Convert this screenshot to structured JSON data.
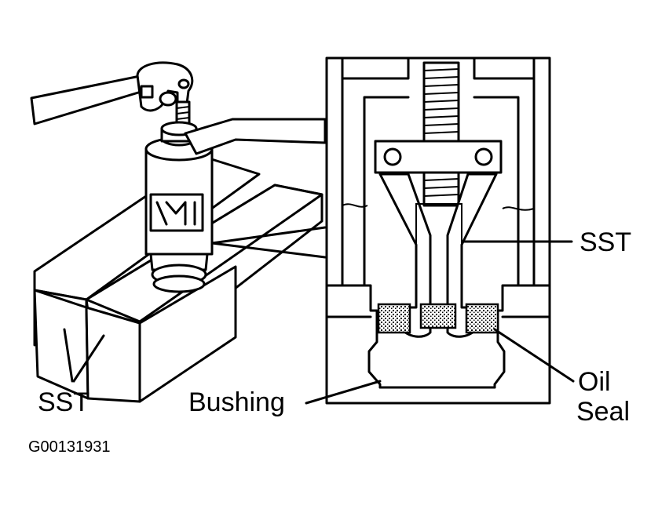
{
  "figure_id": "G00131931",
  "labels": {
    "sst_left": "SST",
    "sst_right": "SST",
    "bushing": "Bushing",
    "oil": "Oil",
    "seal": "Seal"
  },
  "colors": {
    "ink": "#000000",
    "paper": "#ffffff"
  }
}
